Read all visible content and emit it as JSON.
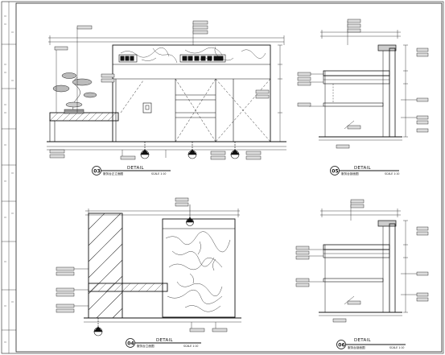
{
  "views": [
    {
      "id": "v03",
      "number": "03",
      "title": "服务台正立面图",
      "detail": "DETAIL",
      "scale": "SCALE 1:10"
    },
    {
      "id": "v05",
      "number": "05",
      "title": "服务台剖面图",
      "detail": "DETAIL",
      "scale": "SCALE 1:10"
    },
    {
      "id": "v04",
      "number": "04",
      "title": "服务台立面图",
      "detail": "DETAIL",
      "scale": "SCALE 1:10"
    },
    {
      "id": "v06",
      "number": "06",
      "title": "服务台剖面图",
      "detail": "DETAIL",
      "scale": "SCALE 1:10"
    }
  ],
  "axis_marks": [
    "A",
    "B",
    "C",
    "D",
    "E"
  ],
  "colors": {
    "ink": "#111111",
    "tag_fill": "#dcdcdc",
    "marble_vein": "#444444",
    "hatch": "#333333"
  }
}
